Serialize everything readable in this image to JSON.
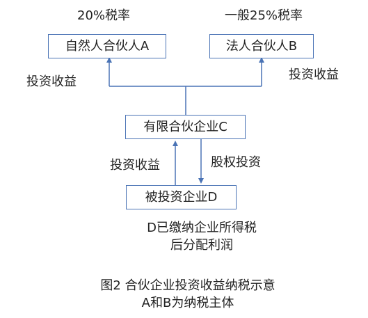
{
  "rates": {
    "a": "20%税率",
    "b": "一般25%税率"
  },
  "nodes": {
    "a": "自然人合伙人A",
    "b": "法人合伙人B",
    "c": "有限合伙企业C",
    "d": "被投资企业D"
  },
  "edges": {
    "c_to_a": "投资收益",
    "c_to_b": "投资收益",
    "c_to_d": "股权投资",
    "d_to_c": "投资收益"
  },
  "note": {
    "line1": "D已缴纳企业所得税",
    "line2": "后分配利润"
  },
  "caption": {
    "line1": "图2 合伙企业投资收益纳税示意",
    "line2": "A和B为纳税主体"
  },
  "colors": {
    "box_border": "#4a73b5",
    "arrow": "#4a73b5",
    "text": "#222222"
  }
}
